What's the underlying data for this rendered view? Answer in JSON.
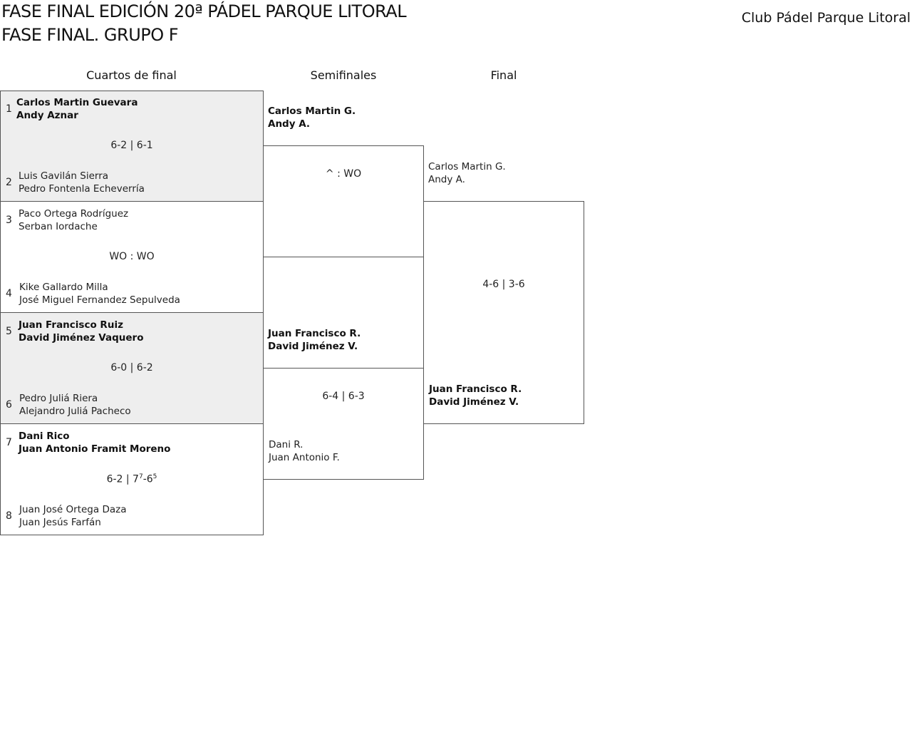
{
  "header": {
    "title1": "FASE FINAL EDICIÓN 20ª PÁDEL PARQUE LITORAL",
    "title2": "FASE FINAL. GRUPO F",
    "club": "Club Pádel Parque Litoral"
  },
  "rounds": [
    "Cuartos de final",
    "Semifinales",
    "Final"
  ],
  "quarterfinals": [
    {
      "seed_a": "1",
      "a1": "Carlos Martin Guevara",
      "a2": "Andy Aznar",
      "score": "6-2 | 6-1",
      "seed_b": "2",
      "b1": "Luis Gavilán Sierra",
      "b2": "Pedro Fontenla Echeverría"
    },
    {
      "seed_a": "3",
      "a1": "Paco Ortega Rodríguez",
      "a2": "Serban Iordache",
      "score": "WO : WO",
      "seed_b": "4",
      "b1": "Kike Gallardo Milla",
      "b2": "José Miguel Fernandez Sepulveda"
    },
    {
      "seed_a": "5",
      "a1": "Juan Francisco Ruiz",
      "a2": "David Jiménez Vaquero",
      "score": "6-0 | 6-2",
      "seed_b": "6",
      "b1": "Pedro Juliá Riera",
      "b2": "Alejandro Juliá Pacheco"
    },
    {
      "seed_a": "7",
      "a1": "Dani Rico",
      "a2": "Juan Antonio Framit Moreno",
      "score_main": "6-2 | 7",
      "score_sup1": "7",
      "score_mid": "-6",
      "score_sup2": "5",
      "seed_b": "8",
      "b1": "Juan José Ortega Daza",
      "b2": "Juan Jesús Farfán"
    }
  ],
  "semifinals": [
    {
      "a1": "Carlos Martin G.",
      "a2": "Andy A.",
      "score": "^ : WO",
      "b1": "",
      "b2": ""
    },
    {
      "a1": "Juan Francisco R.",
      "a2": "David Jiménez V.",
      "score": "6-4 | 6-3",
      "b1": "Dani R.",
      "b2": "Juan Antonio F."
    }
  ],
  "final": {
    "a1": "Carlos Martin G.",
    "a2": "Andy A.",
    "score": "4-6 | 3-6",
    "b1": "Juan Francisco R.",
    "b2": "David Jiménez V."
  }
}
